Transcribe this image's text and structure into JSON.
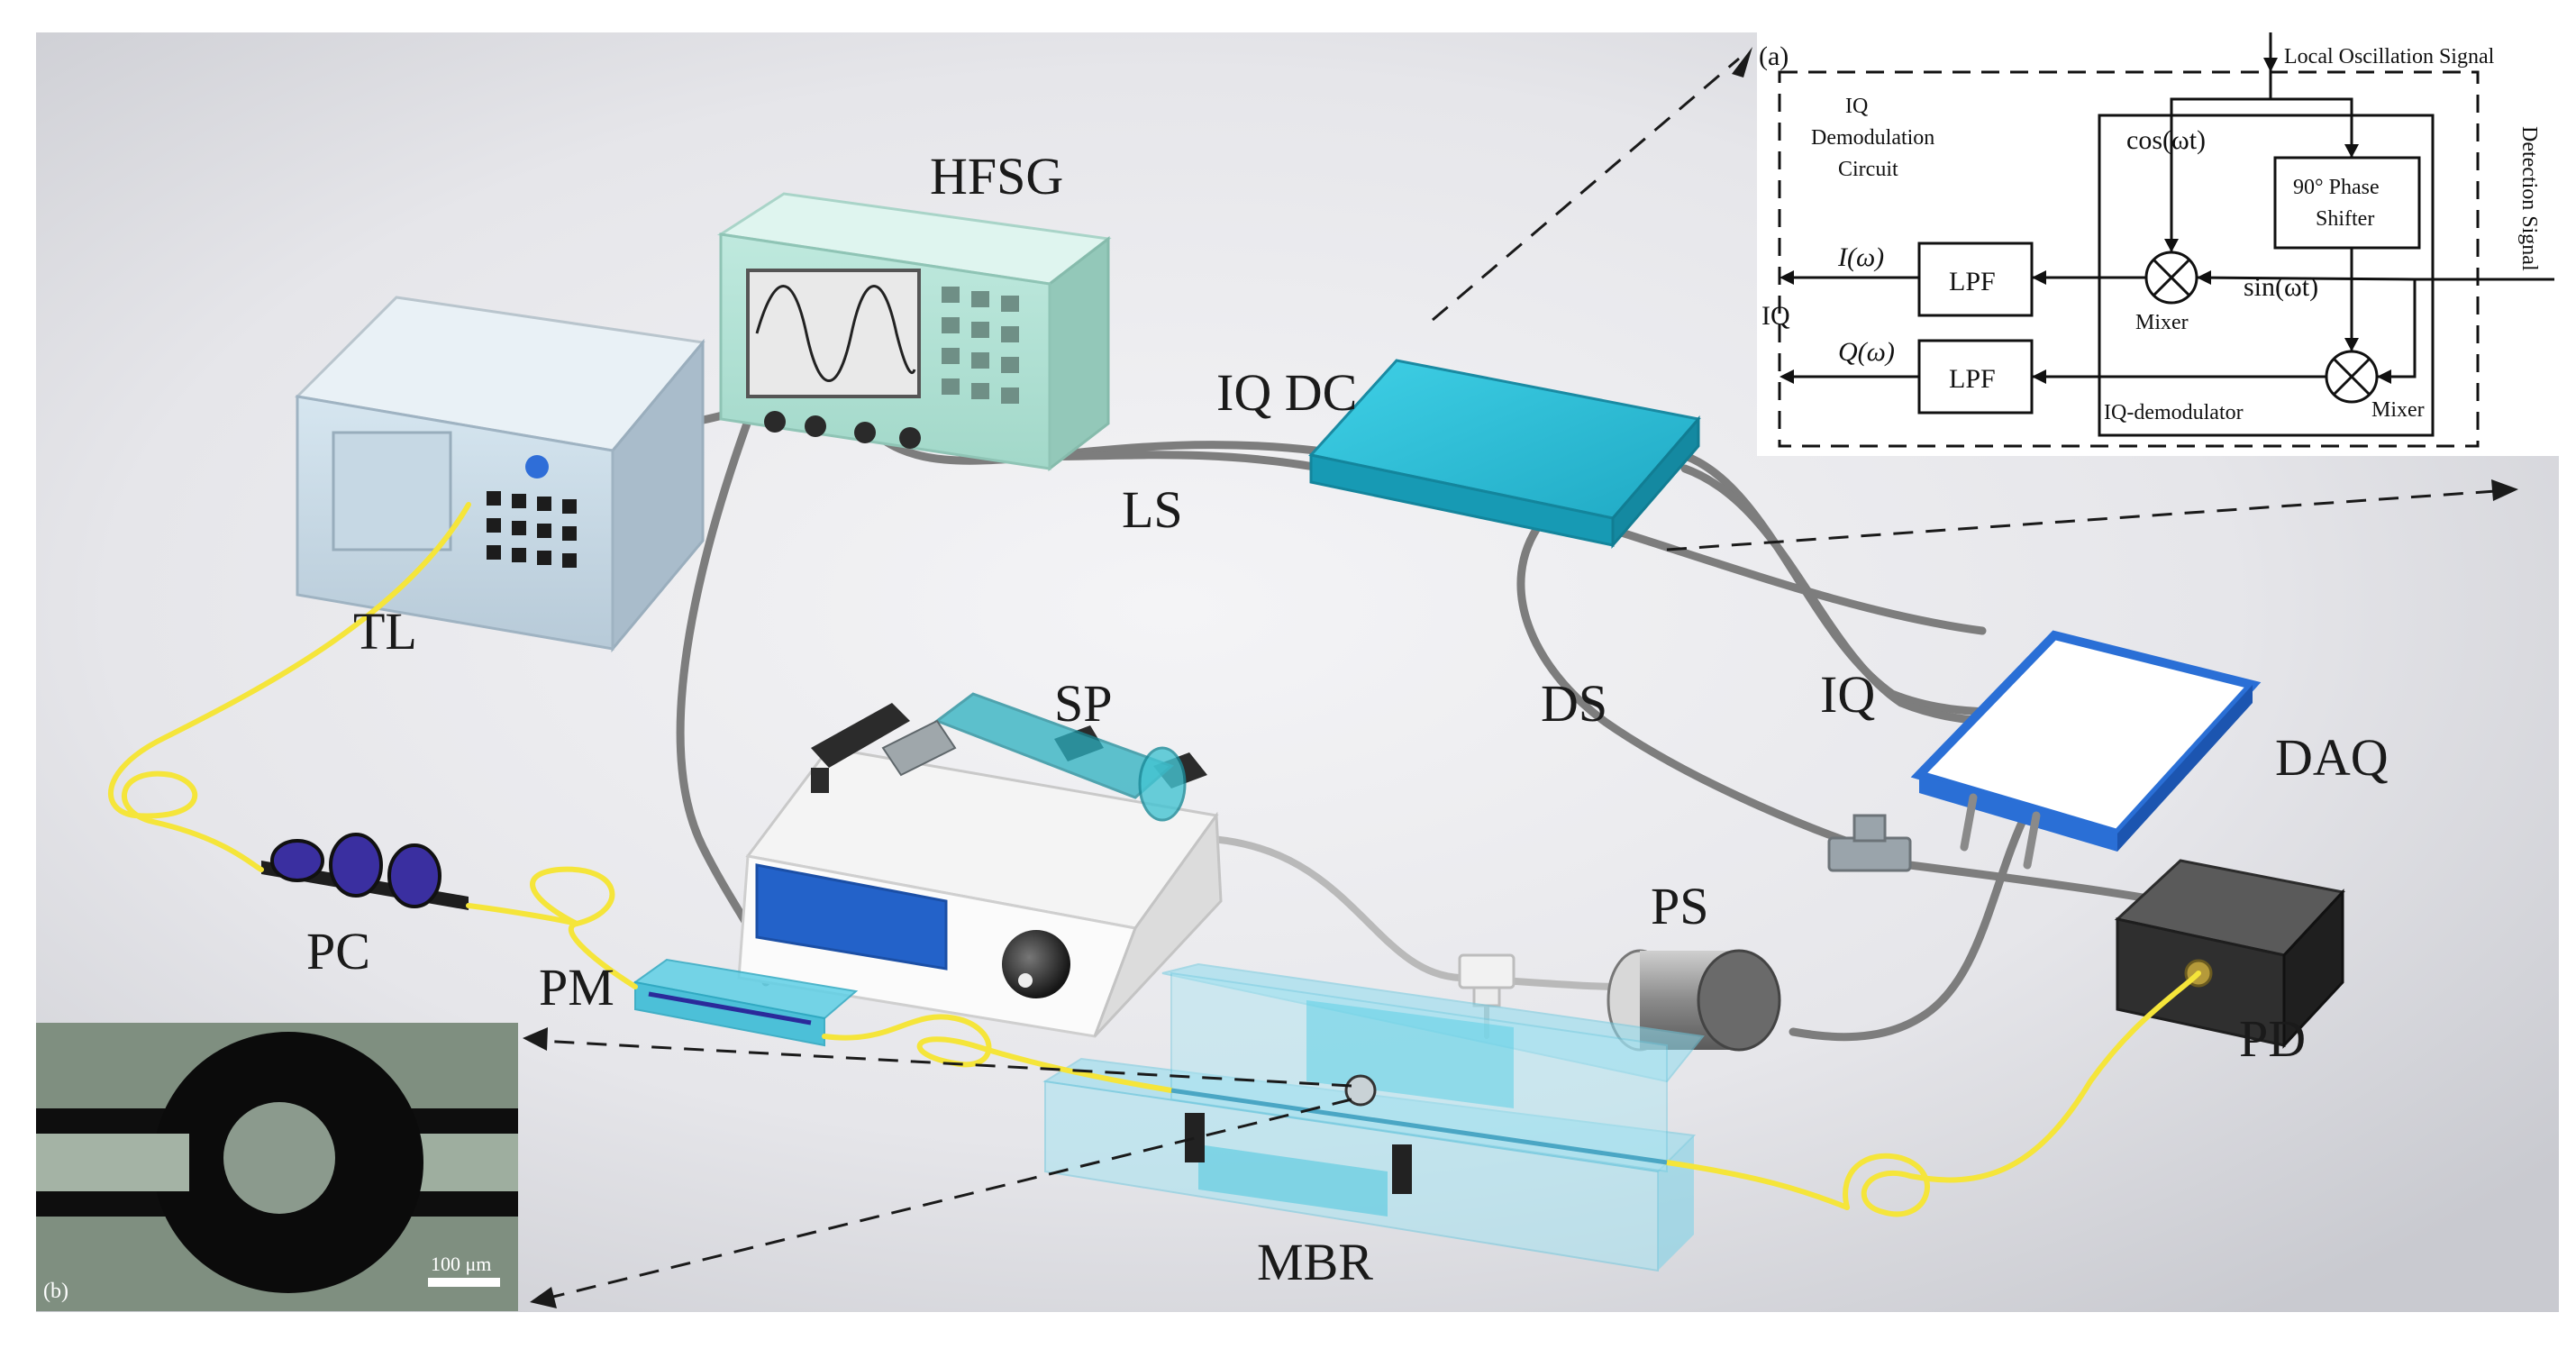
{
  "labels": {
    "tl": "TL",
    "hfsg": "HFSG",
    "iq_dc": "IQ DC",
    "ls": "LS",
    "sp": "SP",
    "ds": "DS",
    "iq": "IQ",
    "daq": "DAQ",
    "pc": "PC",
    "pm": "PM",
    "ps": "PS",
    "pd": "PD",
    "mbr": "MBR"
  },
  "inset_a": {
    "tag": "(a)",
    "local_osc": "Local Oscillation Signal",
    "detection": "Detection Signal",
    "circuit_line1": "IQ",
    "circuit_line2": "Demodulation",
    "circuit_line3": "Circuit",
    "cos": "cos(ωt)",
    "sin": "sin(ωt)",
    "phase_line1": "90° Phase",
    "phase_line2": "Shifter",
    "i_out": "I(ω)",
    "q_out": "Q(ω)",
    "iq": "IQ",
    "lpf": "LPF",
    "mixer": "Mixer",
    "demod": "IQ-demodulator"
  },
  "inset_b": {
    "tag": "(b)",
    "scale": "100 μm"
  },
  "colors": {
    "fiber": "#f5e53a",
    "cable": "#8c8c8c",
    "cyan_box": "#2fc0d8",
    "glass": "#7fd8ec",
    "daq_border": "#2a6fd6",
    "pd_body": "#3a3a3a"
  }
}
